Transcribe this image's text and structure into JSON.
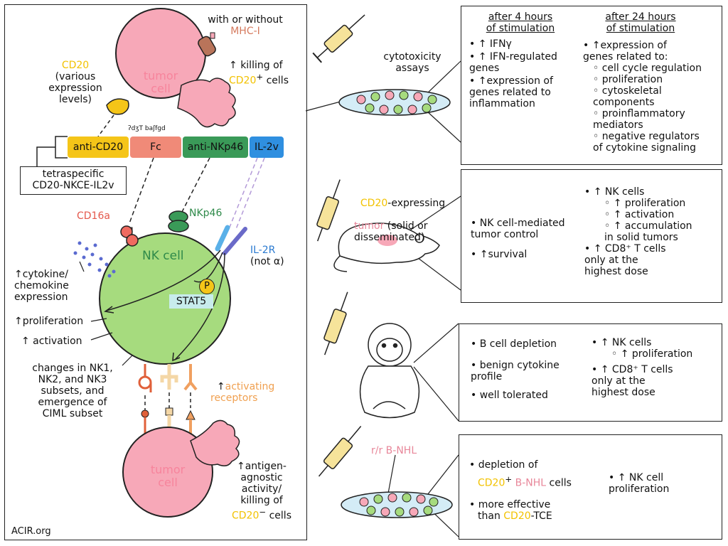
{
  "left": {
    "mhc": {
      "prefix": "with or without",
      "name": "MHC-I"
    },
    "tumor_cell_label": "tumor\ncell",
    "killing_top": {
      "line1_arrow": "↑",
      "line1": "killing of",
      "cd20": "CD20",
      "sup": "+",
      "line2": "cells"
    },
    "cd20_label": {
      "name": "CD20",
      "rest": "(various\nexpression\nlevels)"
    },
    "tiny_text": "ʔdʒT  baʃfɡd",
    "construct": {
      "segments": [
        "anti-CD20",
        "Fc",
        "anti-NKp46",
        "IL-2v"
      ],
      "name": "tetraspecific\nCD20-NKCE-IL2v"
    },
    "cd16a": "CD16a",
    "nkp46": "NKp46",
    "il2r": {
      "name": "IL-2R",
      "sub": "(not α)"
    },
    "nk_cell_label": "NK cell",
    "p_label": "P",
    "stat5": "STAT5",
    "cytokine": "↑cytokine/\nchemokine\nexpression",
    "proliferation": "↑proliferation",
    "activation": "↑ activation",
    "changes": "changes in NK1,\nNK2, and NK3\nsubsets, and\nemergence of\nCIML subset",
    "activating": {
      "arrow": "↑",
      "text": "activating\nreceptors"
    },
    "tumor_cell_bottom": "tumor\ncell",
    "antigen": {
      "text": "↑antigen-\nagnostic\nactivity/\nkilling of",
      "cd20": "CD20",
      "sup": "−",
      "end": "cells"
    },
    "source": "ACIR.org"
  },
  "right": {
    "cytotoxicity": "cytotoxicity\nassays",
    "box1": {
      "col1_title": "after 4 hours\nof stimulation",
      "col1_items": [
        "↑ IFNγ",
        "↑ IFN-regulated\ngenes",
        "↑expression of\ngenes related to\ninflammation"
      ],
      "col2_title": "after 24 hours\nof stimulation",
      "col2_lead": "↑expression of\ngenes related to:",
      "col2_items": [
        "cell cycle regulation",
        "proliferation",
        "cytoskeletal\ncomponents",
        "proinflammatory\nmediators",
        "negative regulators\nof cytokine signaling"
      ]
    },
    "mouse_label": {
      "cd20": "CD20",
      "rest1": "-expressing",
      "tumor": "tumor",
      "rest2": " (solid or\ndisseminated)"
    },
    "box2": {
      "col1_items": [
        "NK cell-mediated\ntumor control",
        "↑survival"
      ],
      "col2_lead": "↑ NK cells",
      "col2_subs": [
        "↑ proliferation",
        "↑ activation",
        "↑ accumulation\nin solid tumors"
      ],
      "col2_end": "↑ CD8⁺ T cells\nonly at the\nhighest dose"
    },
    "box3": {
      "col1_items": [
        "B cell depletion",
        "benign cytokine\nprofile",
        "well tolerated"
      ],
      "col2_lead": "↑ NK cells",
      "col2_sub": "↑ proliferation",
      "col2_end": "↑ CD8⁺ T cells\nonly at the\nhighest dose"
    },
    "bnhl_label": "r/r B-NHL",
    "box4": {
      "item1": {
        "prefix": "depletion of",
        "cd20": "CD20",
        "sup": "+",
        "bnhl": "B-NHL",
        "end": "cells"
      },
      "item2": {
        "line1": "more effective",
        "prefix": "than",
        "cd20": "CD20",
        "end": "-TCE"
      },
      "col2": "↑ NK cell\nproliferation"
    }
  },
  "colors": {
    "tumor": "#f7a8b8",
    "nk": "#a6db7e",
    "cd20": "#f5c518",
    "fc": "#f08a78",
    "nkp46": "#3a9a58",
    "il2v": "#2f8fe0",
    "cd16a": "#ef6a60",
    "mhc": "#b9745a"
  }
}
